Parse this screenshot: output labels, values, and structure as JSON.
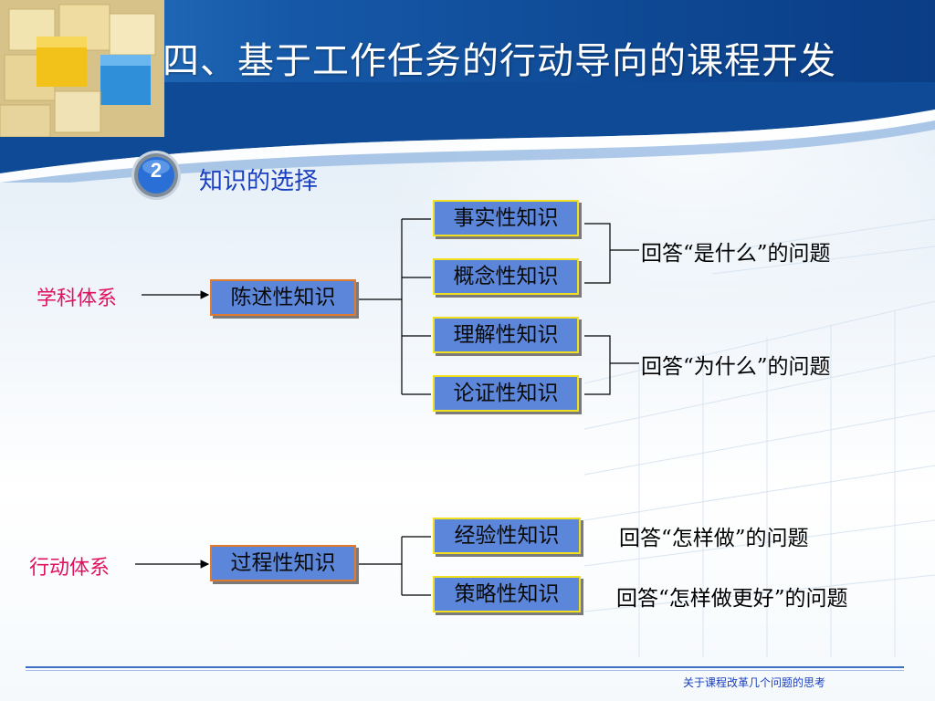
{
  "slide": {
    "title": "四、基于工作任务的行动导向的课程开发",
    "badge_number": "2",
    "subtitle": "知识的选择",
    "footer": "关于课程改革几个问题的思考"
  },
  "systems": {
    "subject": "学科体系",
    "action": "行动体系"
  },
  "knowledge": {
    "declarative": "陈述性知识",
    "procedural": "过程性知识",
    "factual": "事实性知识",
    "conceptual": "概念性知识",
    "understanding": "理解性知识",
    "argument": "论证性知识",
    "experience": "经验性知识",
    "strategy": "策略性知识"
  },
  "answers": {
    "what": "回答“是什么”的问题",
    "why": "回答“为什么”的问题",
    "how": "回答“怎样做”的问题",
    "how_better": "回答“怎样做更好”的问题"
  },
  "colors": {
    "header_blue": "#1659a8",
    "box_fill": "#5b86d9",
    "box_border_orange": "#e07a2e",
    "box_border_yellow": "#f0e020",
    "system_label": "#e0115f",
    "subtitle": "#1a3fbf"
  }
}
